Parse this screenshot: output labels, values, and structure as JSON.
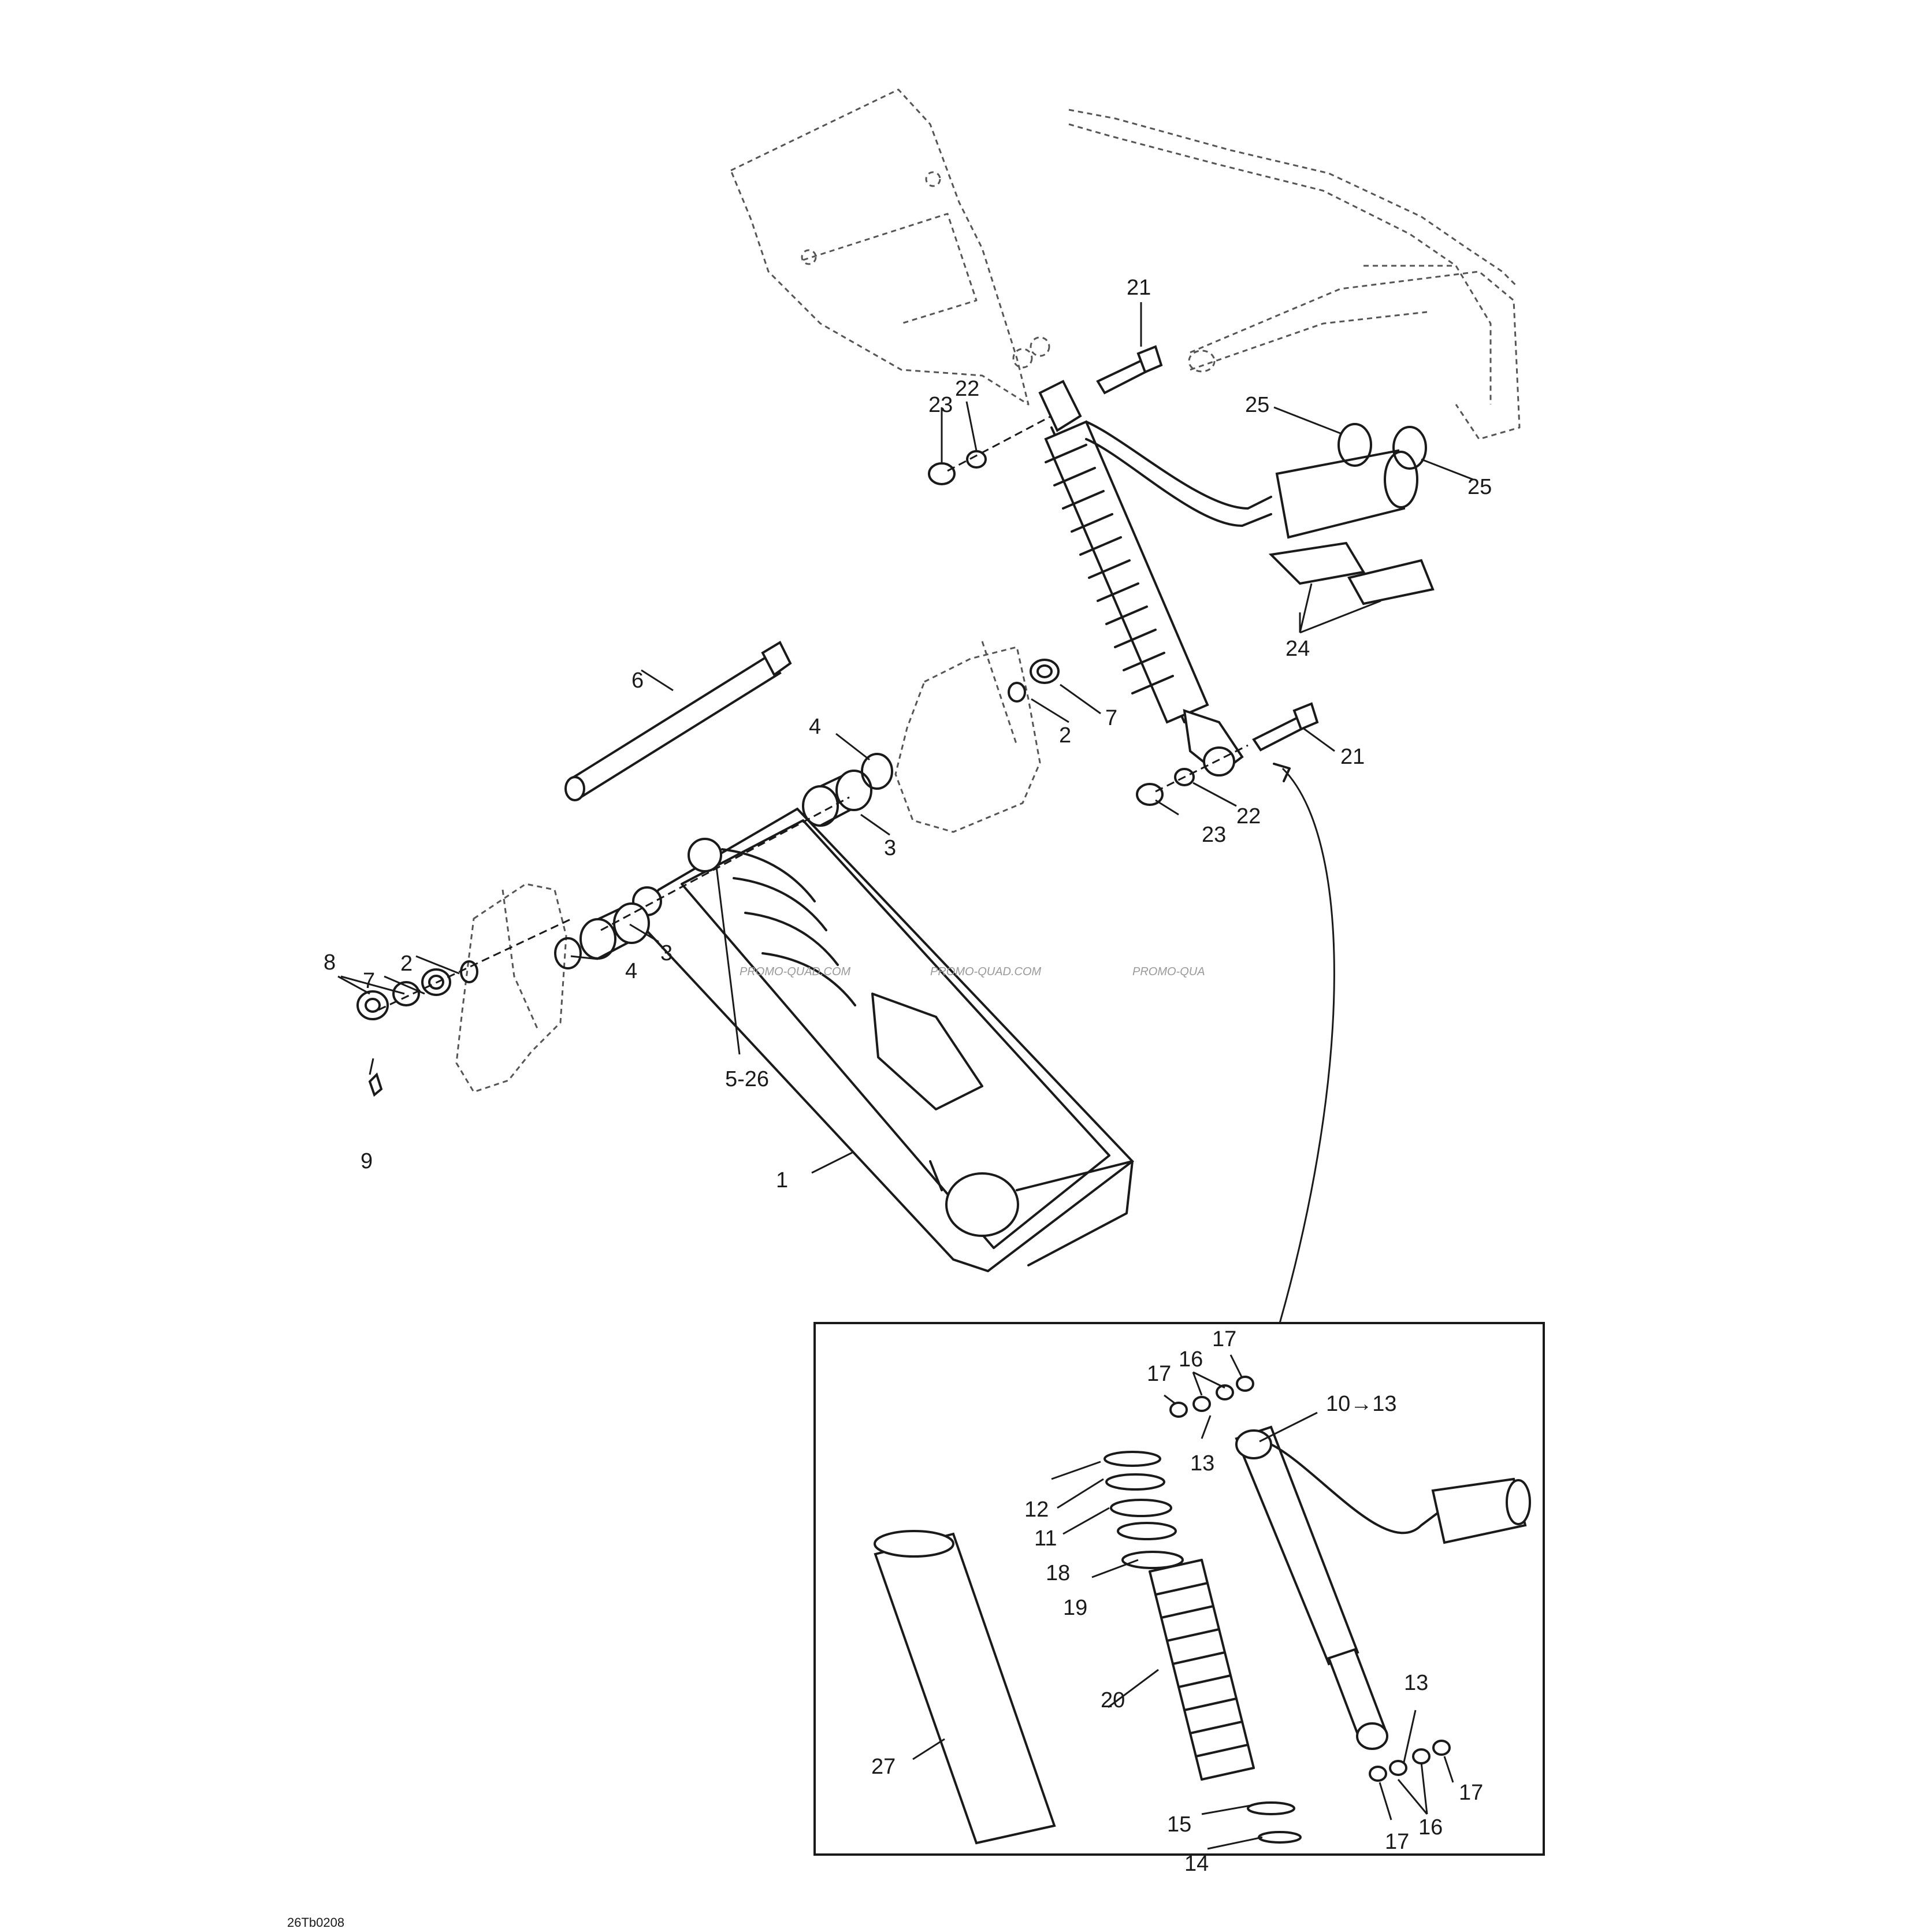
{
  "callouts": {
    "c1": "1",
    "c2a": "2",
    "c2b": "2",
    "c3a": "3",
    "c3b": "3",
    "c4a": "4",
    "c4b": "4",
    "c5_26": "5-26",
    "c6": "6",
    "c7a": "7",
    "c7b": "7",
    "c8": "8",
    "c9": "9",
    "c21a": "21",
    "c21b": "21",
    "c22a": "22",
    "c22b": "22",
    "c23a": "23",
    "c23b": "23",
    "c24": "24",
    "c25a": "25",
    "c25b": "25",
    "d10_13": "10→13",
    "d11": "11",
    "d12": "12",
    "d13a": "13",
    "d13b": "13",
    "d14": "14",
    "d15": "15",
    "d16a": "16",
    "d16b": "16",
    "d17a": "17",
    "d17b": "17",
    "d17c": "17",
    "d17d": "17",
    "d18": "18",
    "d19": "19",
    "d20": "20",
    "d27": "27"
  },
  "drawing_code": "26Tb0208",
  "watermark": [
    "PROMO-QUAD.COM",
    "PROMO-QUAD.COM",
    "PROMO-QUA"
  ]
}
